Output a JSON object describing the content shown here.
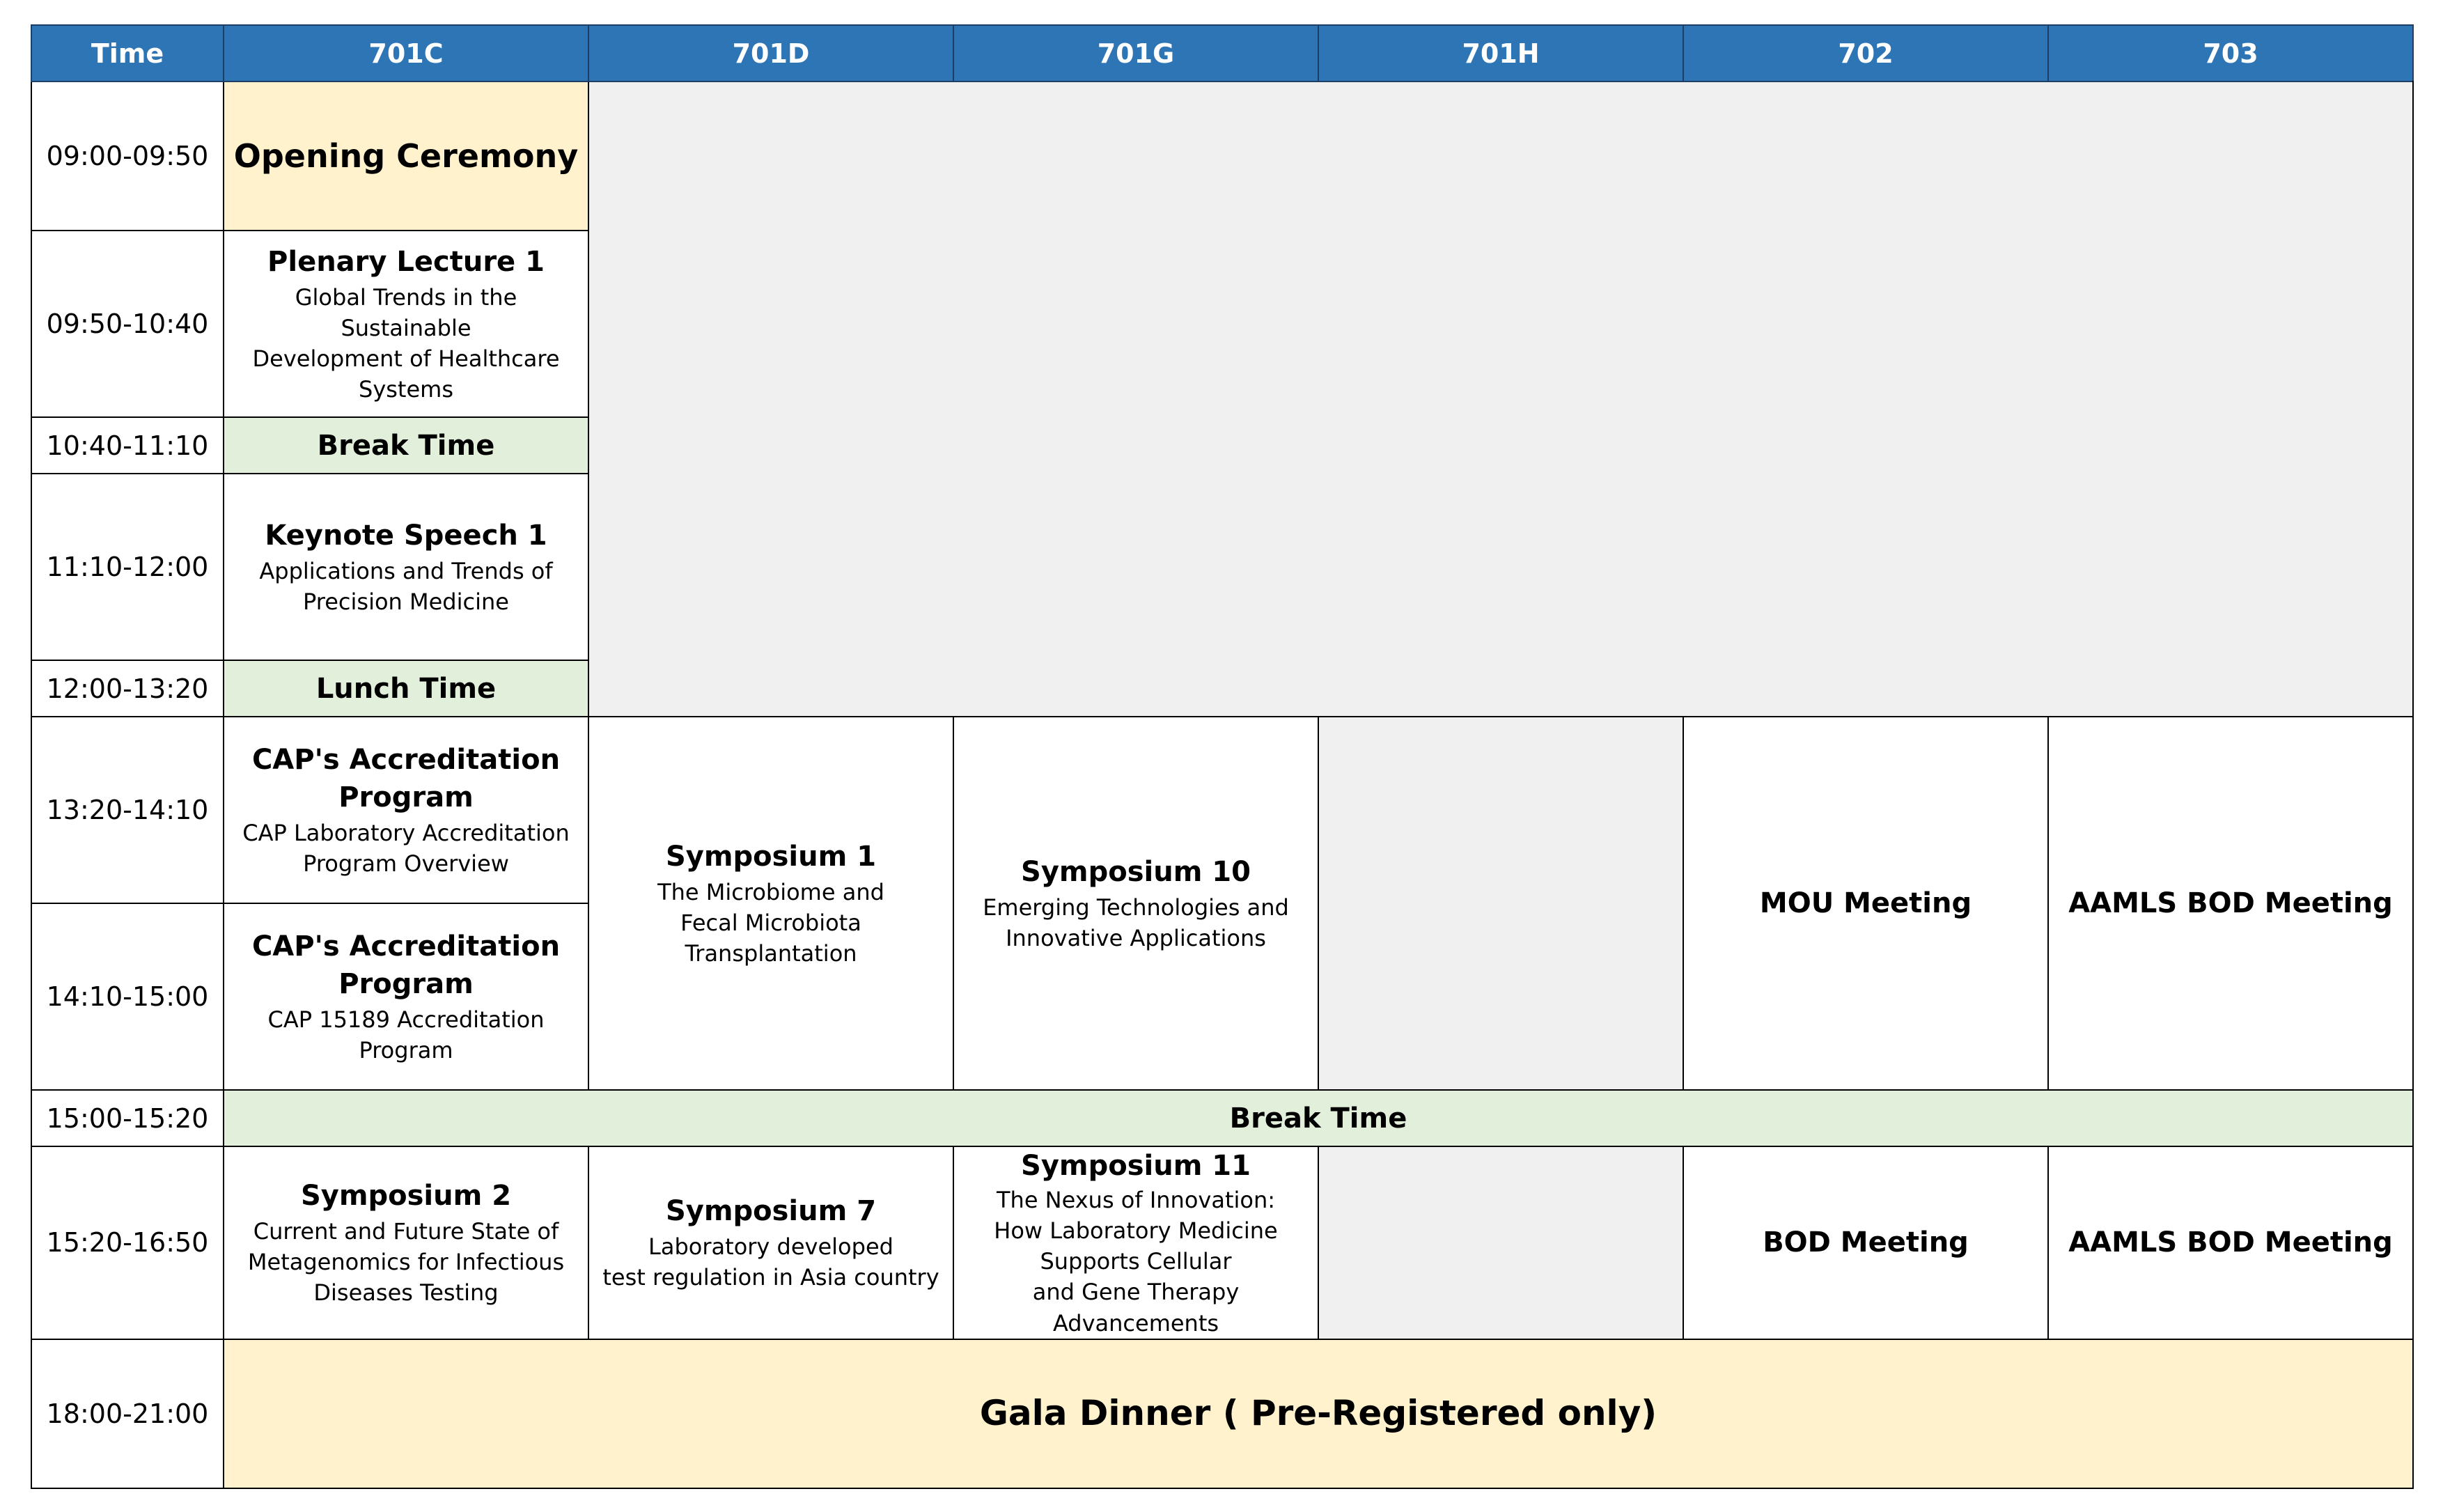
{
  "header": {
    "time": "Time",
    "rooms": [
      "701C",
      "701D",
      "701G",
      "701H",
      "702",
      "703"
    ]
  },
  "times": [
    "09:00-09:50",
    "09:50-10:40",
    "10:40-11:10",
    "11:10-12:00",
    "12:00-13:20",
    "13:20-14:10",
    "14:10-15:00",
    "15:00-15:20",
    "15:20-16:50",
    "18:00-21:00"
  ],
  "sessions": {
    "opening": {
      "title": "Opening Ceremony"
    },
    "plenary1": {
      "title": "Plenary Lecture 1",
      "subtitle_lines": [
        "Global Trends in the Sustainable",
        "Development of Healthcare",
        "Systems"
      ]
    },
    "break1": {
      "title": "Break Time"
    },
    "keynote1": {
      "title": "Keynote Speech 1",
      "subtitle_lines": [
        "Applications and Trends of",
        "Precision Medicine"
      ]
    },
    "lunch": {
      "title": "Lunch Time"
    },
    "cap1": {
      "title_lines": [
        "CAP's Accreditation",
        "Program"
      ],
      "subtitle_lines": [
        "CAP Laboratory Accreditation",
        "Program Overview"
      ]
    },
    "cap2": {
      "title_lines": [
        "CAP's Accreditation",
        "Program"
      ],
      "subtitle_lines": [
        "CAP 15189 Accreditation",
        "Program"
      ]
    },
    "symposium1": {
      "title": "Symposium 1",
      "subtitle_lines": [
        "The Microbiome and",
        "Fecal Microbiota Transplantation"
      ]
    },
    "symposium10": {
      "title": "Symposium 10",
      "subtitle_lines": [
        "Emerging Technologies and",
        "Innovative Applications"
      ]
    },
    "mou": {
      "title": "MOU Meeting"
    },
    "aamls1": {
      "title": "AAMLS BOD Meeting"
    },
    "break2": {
      "title": "Break Time"
    },
    "symposium2": {
      "title": "Symposium 2",
      "subtitle_lines": [
        "Current and Future State of",
        "Metagenomics for Infectious",
        "Diseases Testing"
      ]
    },
    "symposium7": {
      "title": "Symposium 7",
      "subtitle_lines": [
        "Laboratory developed",
        "test regulation in Asia country"
      ]
    },
    "symposium11": {
      "title": "Symposium 11",
      "subtitle_lines": [
        "The Nexus of Innovation:",
        "How Laboratory Medicine",
        "Supports Cellular",
        "and Gene Therapy",
        "Advancements"
      ]
    },
    "bod": {
      "title": "BOD Meeting"
    },
    "aamls2": {
      "title": "AAMLS BOD Meeting"
    },
    "gala": {
      "title": "Gala Dinner ( Pre-Registered only)"
    }
  },
  "colors": {
    "header_bg": "#2e75b6",
    "header_text": "#ffffff",
    "empty_cell": "#f0f0f0",
    "highlight_yellow": "#fff2cc",
    "highlight_green": "#e2efda"
  }
}
